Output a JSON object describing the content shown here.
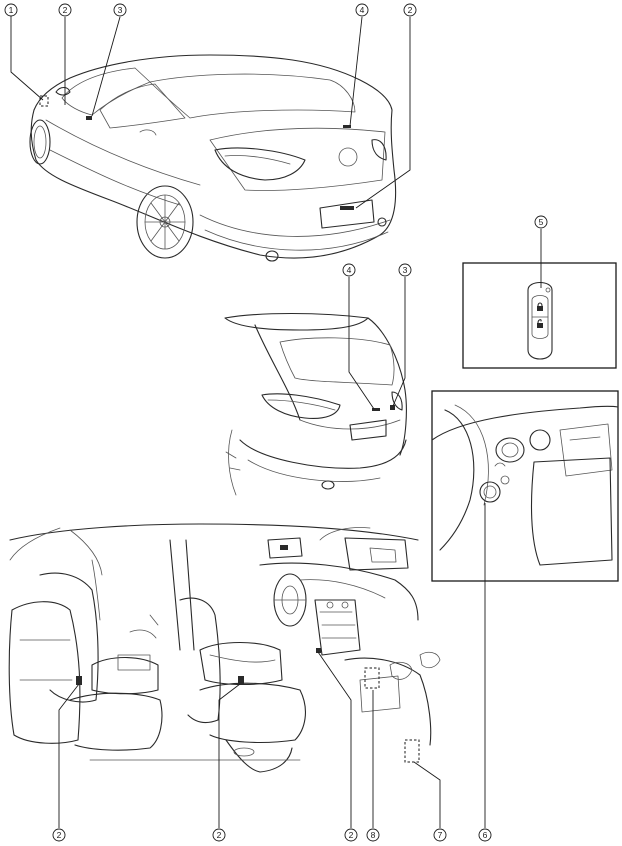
{
  "figure": {
    "callouts": [
      {
        "id": "c1-top",
        "label": "1"
      },
      {
        "id": "c2-top-left",
        "label": "2"
      },
      {
        "id": "c3-top",
        "label": "3"
      },
      {
        "id": "c4-top",
        "label": "4"
      },
      {
        "id": "c2-top-right",
        "label": "2"
      },
      {
        "id": "c5",
        "label": "5"
      },
      {
        "id": "c4-mid",
        "label": "4"
      },
      {
        "id": "c3-mid",
        "label": "3"
      },
      {
        "id": "c2-bottom-1",
        "label": "2"
      },
      {
        "id": "c2-bottom-2",
        "label": "2"
      },
      {
        "id": "c2-bottom-3",
        "label": "2"
      },
      {
        "id": "c8",
        "label": "8"
      },
      {
        "id": "c7",
        "label": "7"
      },
      {
        "id": "c6",
        "label": "6"
      }
    ]
  },
  "colors": {
    "line": "#2a2a2a",
    "background": "#ffffff"
  }
}
